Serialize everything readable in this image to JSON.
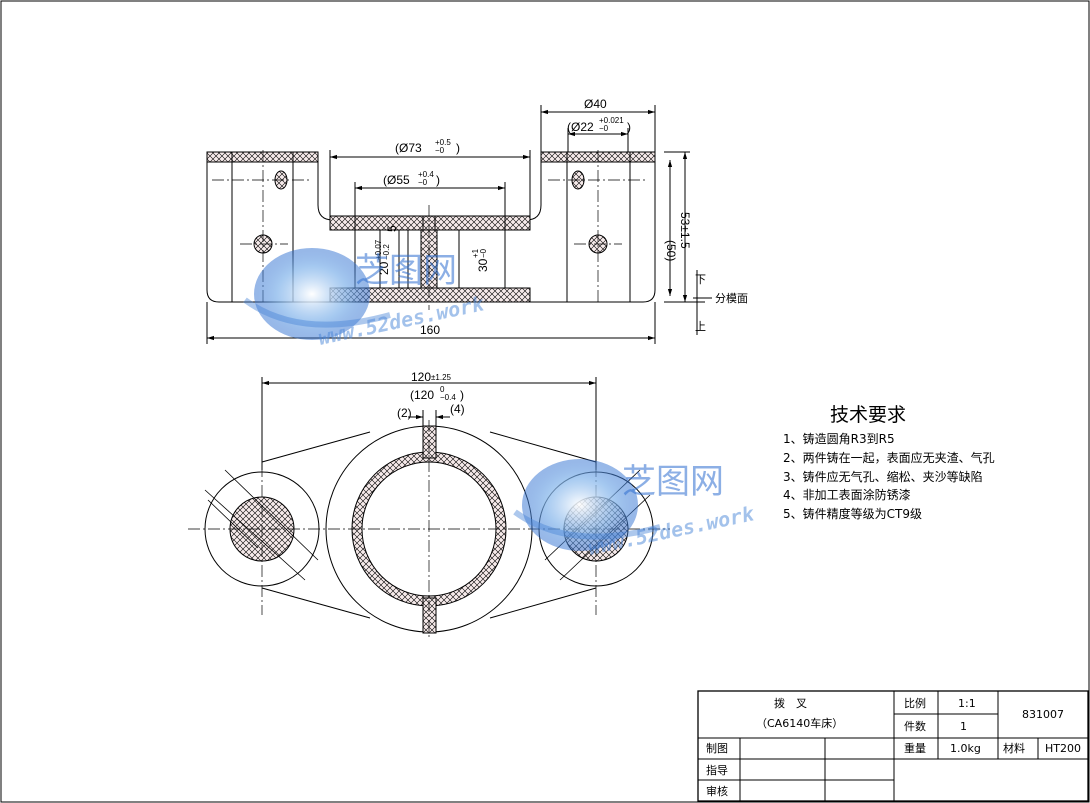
{
  "top_view": {
    "dims": {
      "d73": "(Ø73",
      "d73_tol_up": "+0.5",
      "d73_tol_low": "−0",
      "d55": "(Ø55",
      "d55_tol_up": "+0.4",
      "d55_tol_low": "−0",
      "d40": "Ø40",
      "d22": "(Ø22",
      "d22_tol_up": "+0.021",
      "d22_tol_low": "−0",
      "close_paren": ")",
      "h50": "(50)",
      "h53": "53±1.5",
      "w160": "160",
      "v20": "20",
      "v20_tol_up": "+0.07",
      "v20_tol_low": "−0.2",
      "v30": "30",
      "v30_tol_up": "+1",
      "v30_tol_low": "−0",
      "v5": "5"
    },
    "parting": {
      "down": "下",
      "label": "分模面",
      "up": "上"
    }
  },
  "bottom_view": {
    "dims": {
      "w120": "120",
      "w120_tol": "±1.25",
      "w120b": "(120",
      "w120b_tol_up": "0",
      "w120b_tol_low": "−0.4",
      "d2": "(2)",
      "d4": "(4)"
    }
  },
  "requirements": {
    "title": "技术要求",
    "items": [
      "1、铸造圆角R3到R5",
      "2、两件铸在一起，表面应无夹渣、气孔",
      "3、铸件应无气孔、缩松、夹沙等缺陷",
      "4、非加工表面涂防锈漆",
      "5、铸件精度等级为CT9级"
    ]
  },
  "title_block": {
    "part_name": "拨　叉",
    "machine": "（CA6140车床）",
    "scale_label": "比例",
    "scale_value": "1:1",
    "qty_label": "件数",
    "qty_value": "1",
    "drawing_no": "831007",
    "drawn_label": "制图",
    "weight_label": "重量",
    "weight_value": "1.0kg",
    "material_label": "材料",
    "material_value": "HT200",
    "guide_label": "指导",
    "review_label": "审核"
  },
  "watermarks": [
    {
      "cn": "芝图网",
      "en": "www.52des.work"
    },
    {
      "cn": "芝图网",
      "en": "www.52des.work"
    }
  ]
}
